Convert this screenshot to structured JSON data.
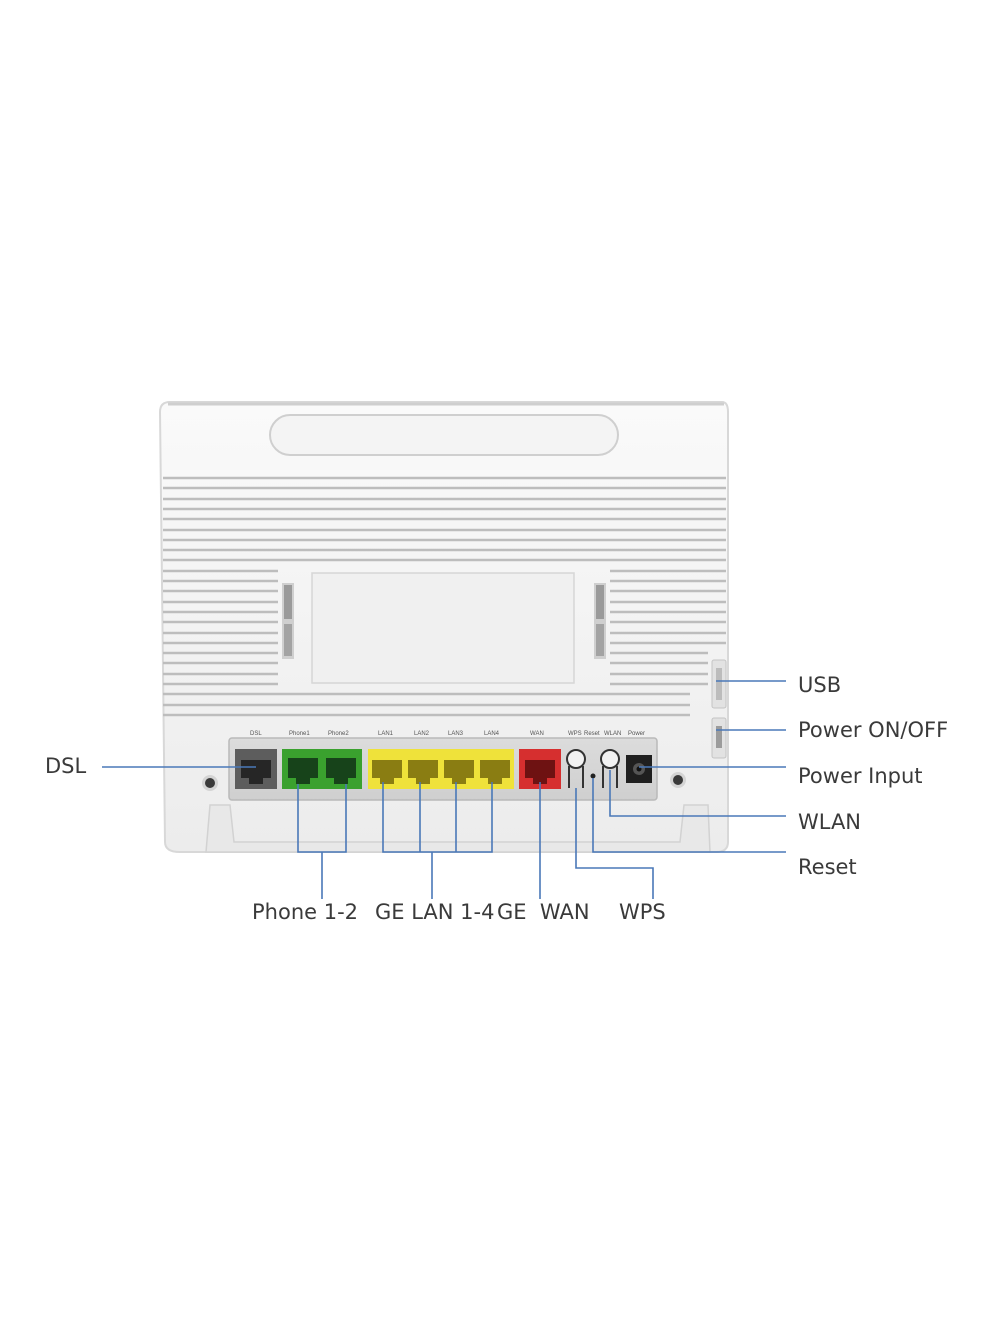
{
  "callouts": {
    "usb": "USB",
    "power_on_off": "Power ON/OFF",
    "power_input": "Power Input",
    "wlan": "WLAN",
    "reset": "Reset",
    "dsl": "DSL",
    "phone": "Phone 1-2",
    "ge_lan": "GE LAN 1-4",
    "ge_wan": "GE  WAN",
    "wps": "WPS"
  },
  "port_labels": {
    "dsl": "DSL",
    "phone1": "Phone1",
    "phone2": "Phone2",
    "lan1": "LAN1",
    "lan2": "LAN2",
    "lan3": "LAN3",
    "lan4": "LAN4",
    "wan": "WAN",
    "wps": "WPS",
    "reset": "Reset",
    "wlan": "WLAN",
    "power": "Power"
  },
  "colors": {
    "leader_line": "#4a78b8",
    "dsl_port": "#6b6b6b",
    "phone_port": "#3aa12e",
    "lan_port": "#efe23a",
    "wan_port": "#d62f2f",
    "body": "#f1f1f1"
  }
}
